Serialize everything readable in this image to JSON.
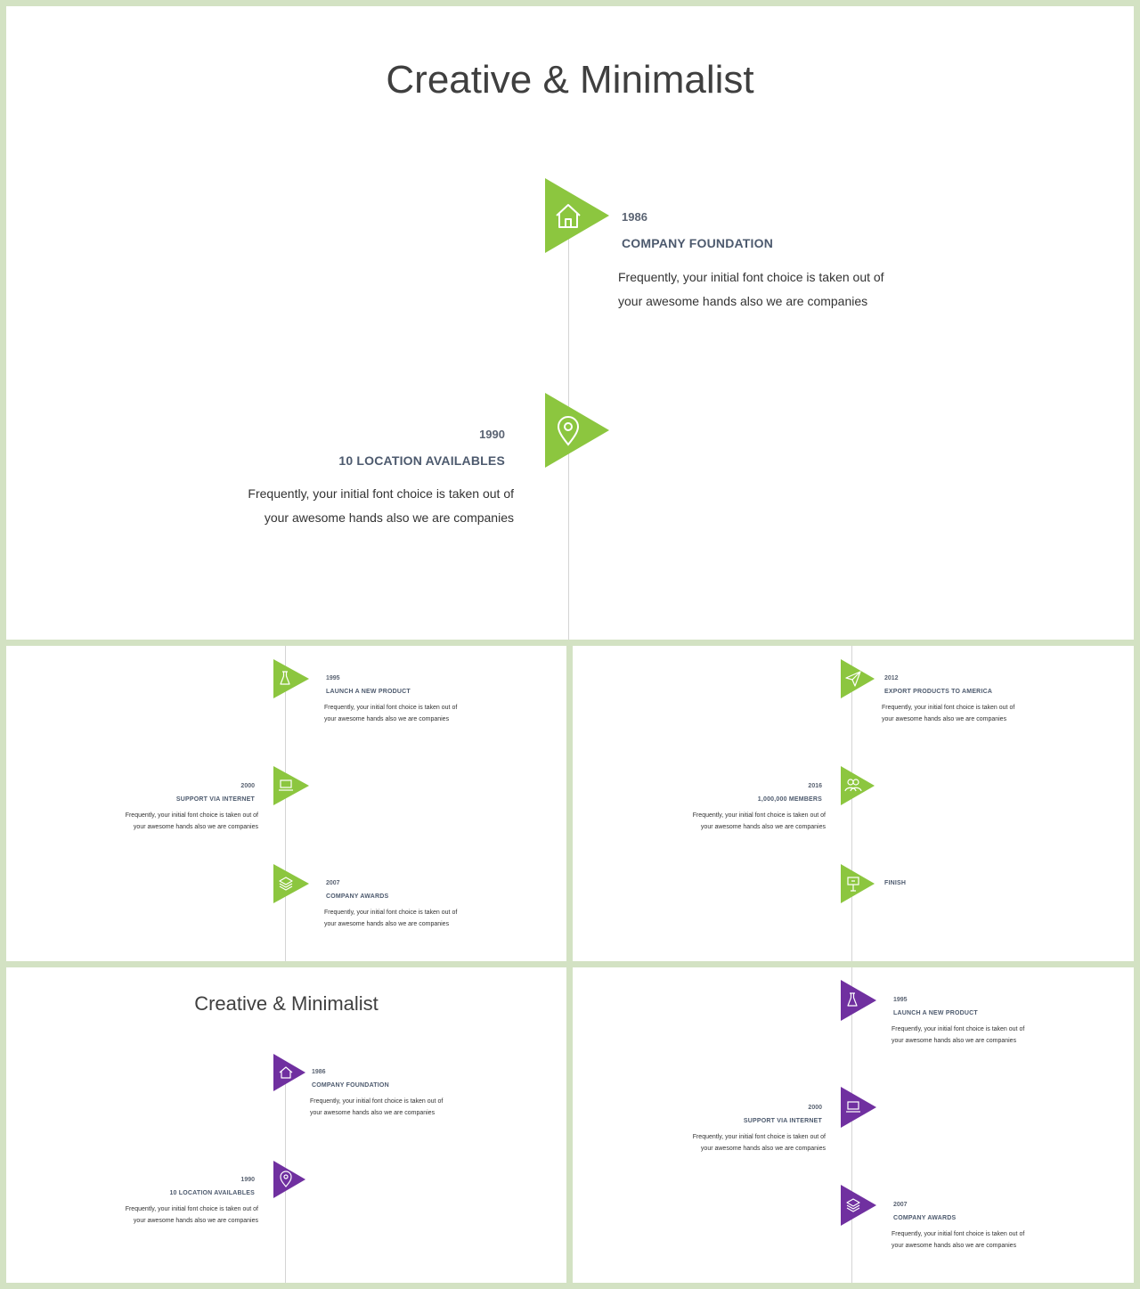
{
  "colors": {
    "green": "#8cc63f",
    "purple": "#7030a0",
    "line": "#d4d4d4",
    "frame": "#d3e2c3"
  },
  "slide1": {
    "title": "Creative & Minimalist",
    "items": [
      {
        "icon": "home-icon",
        "year": "1986",
        "heading": "COMPANY FOUNDATION",
        "desc1": "Frequently, your initial font choice is taken out of",
        "desc2": "your awesome hands also we are companies"
      },
      {
        "icon": "location-pin-icon",
        "year": "1990",
        "heading": "10 LOCATION AVAILABLES",
        "desc1": "Frequently, your initial font choice is taken out of",
        "desc2": "your awesome hands also we are companies"
      }
    ]
  },
  "slide2": {
    "items": [
      {
        "icon": "flask-icon",
        "year": "1995",
        "heading": "LAUNCH A NEW PRODUCT",
        "desc1": "Frequently, your initial font choice is taken out of",
        "desc2": "your awesome hands also we are companies"
      },
      {
        "icon": "laptop-icon",
        "year": "2000",
        "heading": "SUPPORT VIA INTERNET",
        "desc1": "Frequently, your initial font choice is taken out of",
        "desc2": "your awesome hands also we are companies"
      },
      {
        "icon": "layers-icon",
        "year": "2007",
        "heading": "COMPANY AWARDS",
        "desc1": "Frequently, your initial font choice is taken out of",
        "desc2": "your awesome hands also we are companies"
      }
    ]
  },
  "slide3": {
    "items": [
      {
        "icon": "paper-plane-icon",
        "year": "2012",
        "heading": "EXPORT PRODUCTS TO AMERICA",
        "desc1": "Frequently, your initial font choice is taken out of",
        "desc2": "your awesome hands also we are companies"
      },
      {
        "icon": "users-icon",
        "year": "2016",
        "heading": "1,000,000 MEMBERS",
        "desc1": "Frequently, your initial font choice is taken out of",
        "desc2": "your awesome hands also we are companies"
      },
      {
        "icon": "signboard-icon",
        "heading": "FINISH"
      }
    ]
  },
  "slide4": {
    "title": "Creative & Minimalist",
    "items": [
      {
        "icon": "home-icon",
        "year": "1986",
        "heading": "COMPANY FOUNDATION",
        "desc1": "Frequently, your initial font choice is taken out of",
        "desc2": "your awesome hands also we are companies"
      },
      {
        "icon": "location-pin-icon",
        "year": "1990",
        "heading": "10 LOCATION AVAILABLES",
        "desc1": "Frequently, your initial font choice is taken out of",
        "desc2": "your awesome hands also we are companies"
      }
    ]
  },
  "slide5": {
    "items": [
      {
        "icon": "flask-icon",
        "year": "1995",
        "heading": "LAUNCH A NEW PRODUCT",
        "desc1": "Frequently, your initial font choice is taken out of",
        "desc2": "your awesome hands also we are companies"
      },
      {
        "icon": "laptop-icon",
        "year": "2000",
        "heading": "SUPPORT VIA INTERNET",
        "desc1": "Frequently, your initial font choice is taken out of",
        "desc2": "your awesome hands also we are companies"
      },
      {
        "icon": "layers-icon",
        "year": "2007",
        "heading": "COMPANY AWARDS",
        "desc1": "Frequently, your initial font choice is taken out of",
        "desc2": "your awesome hands also we are companies"
      }
    ]
  }
}
